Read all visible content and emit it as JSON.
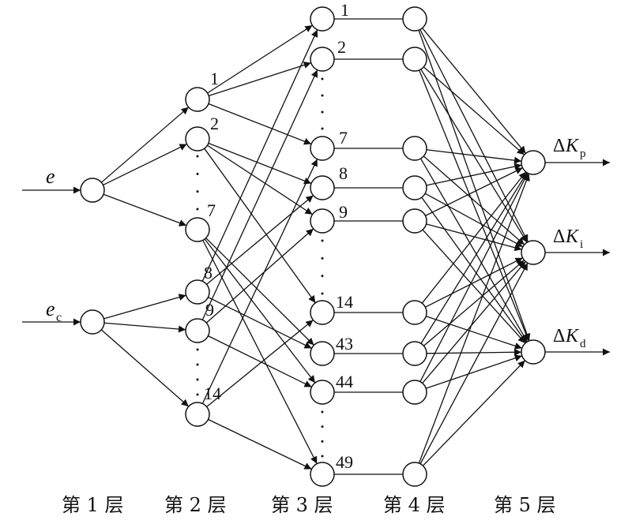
{
  "input_e": "e",
  "input_ec_base": "e",
  "input_ec_sub": "c",
  "layer2_labels": [
    "1",
    "2",
    "7",
    "8",
    "9",
    "14"
  ],
  "layer3_labels": [
    "1",
    "2",
    "7",
    "8",
    "9",
    "14",
    "43",
    "44",
    "49"
  ],
  "output_kp": {
    "delta": "Δ",
    "k": "K",
    "sub": "p"
  },
  "output_ki": {
    "delta": "Δ",
    "k": "K",
    "sub": "i"
  },
  "output_kd": {
    "delta": "Δ",
    "k": "K",
    "sub": "d"
  },
  "layer_labels": [
    "第 1 层",
    "第 2 层",
    "第 3 层",
    "第 4 层",
    "第 5 层"
  ],
  "colors": {
    "stroke": "#111111",
    "background": "#ffffff"
  }
}
